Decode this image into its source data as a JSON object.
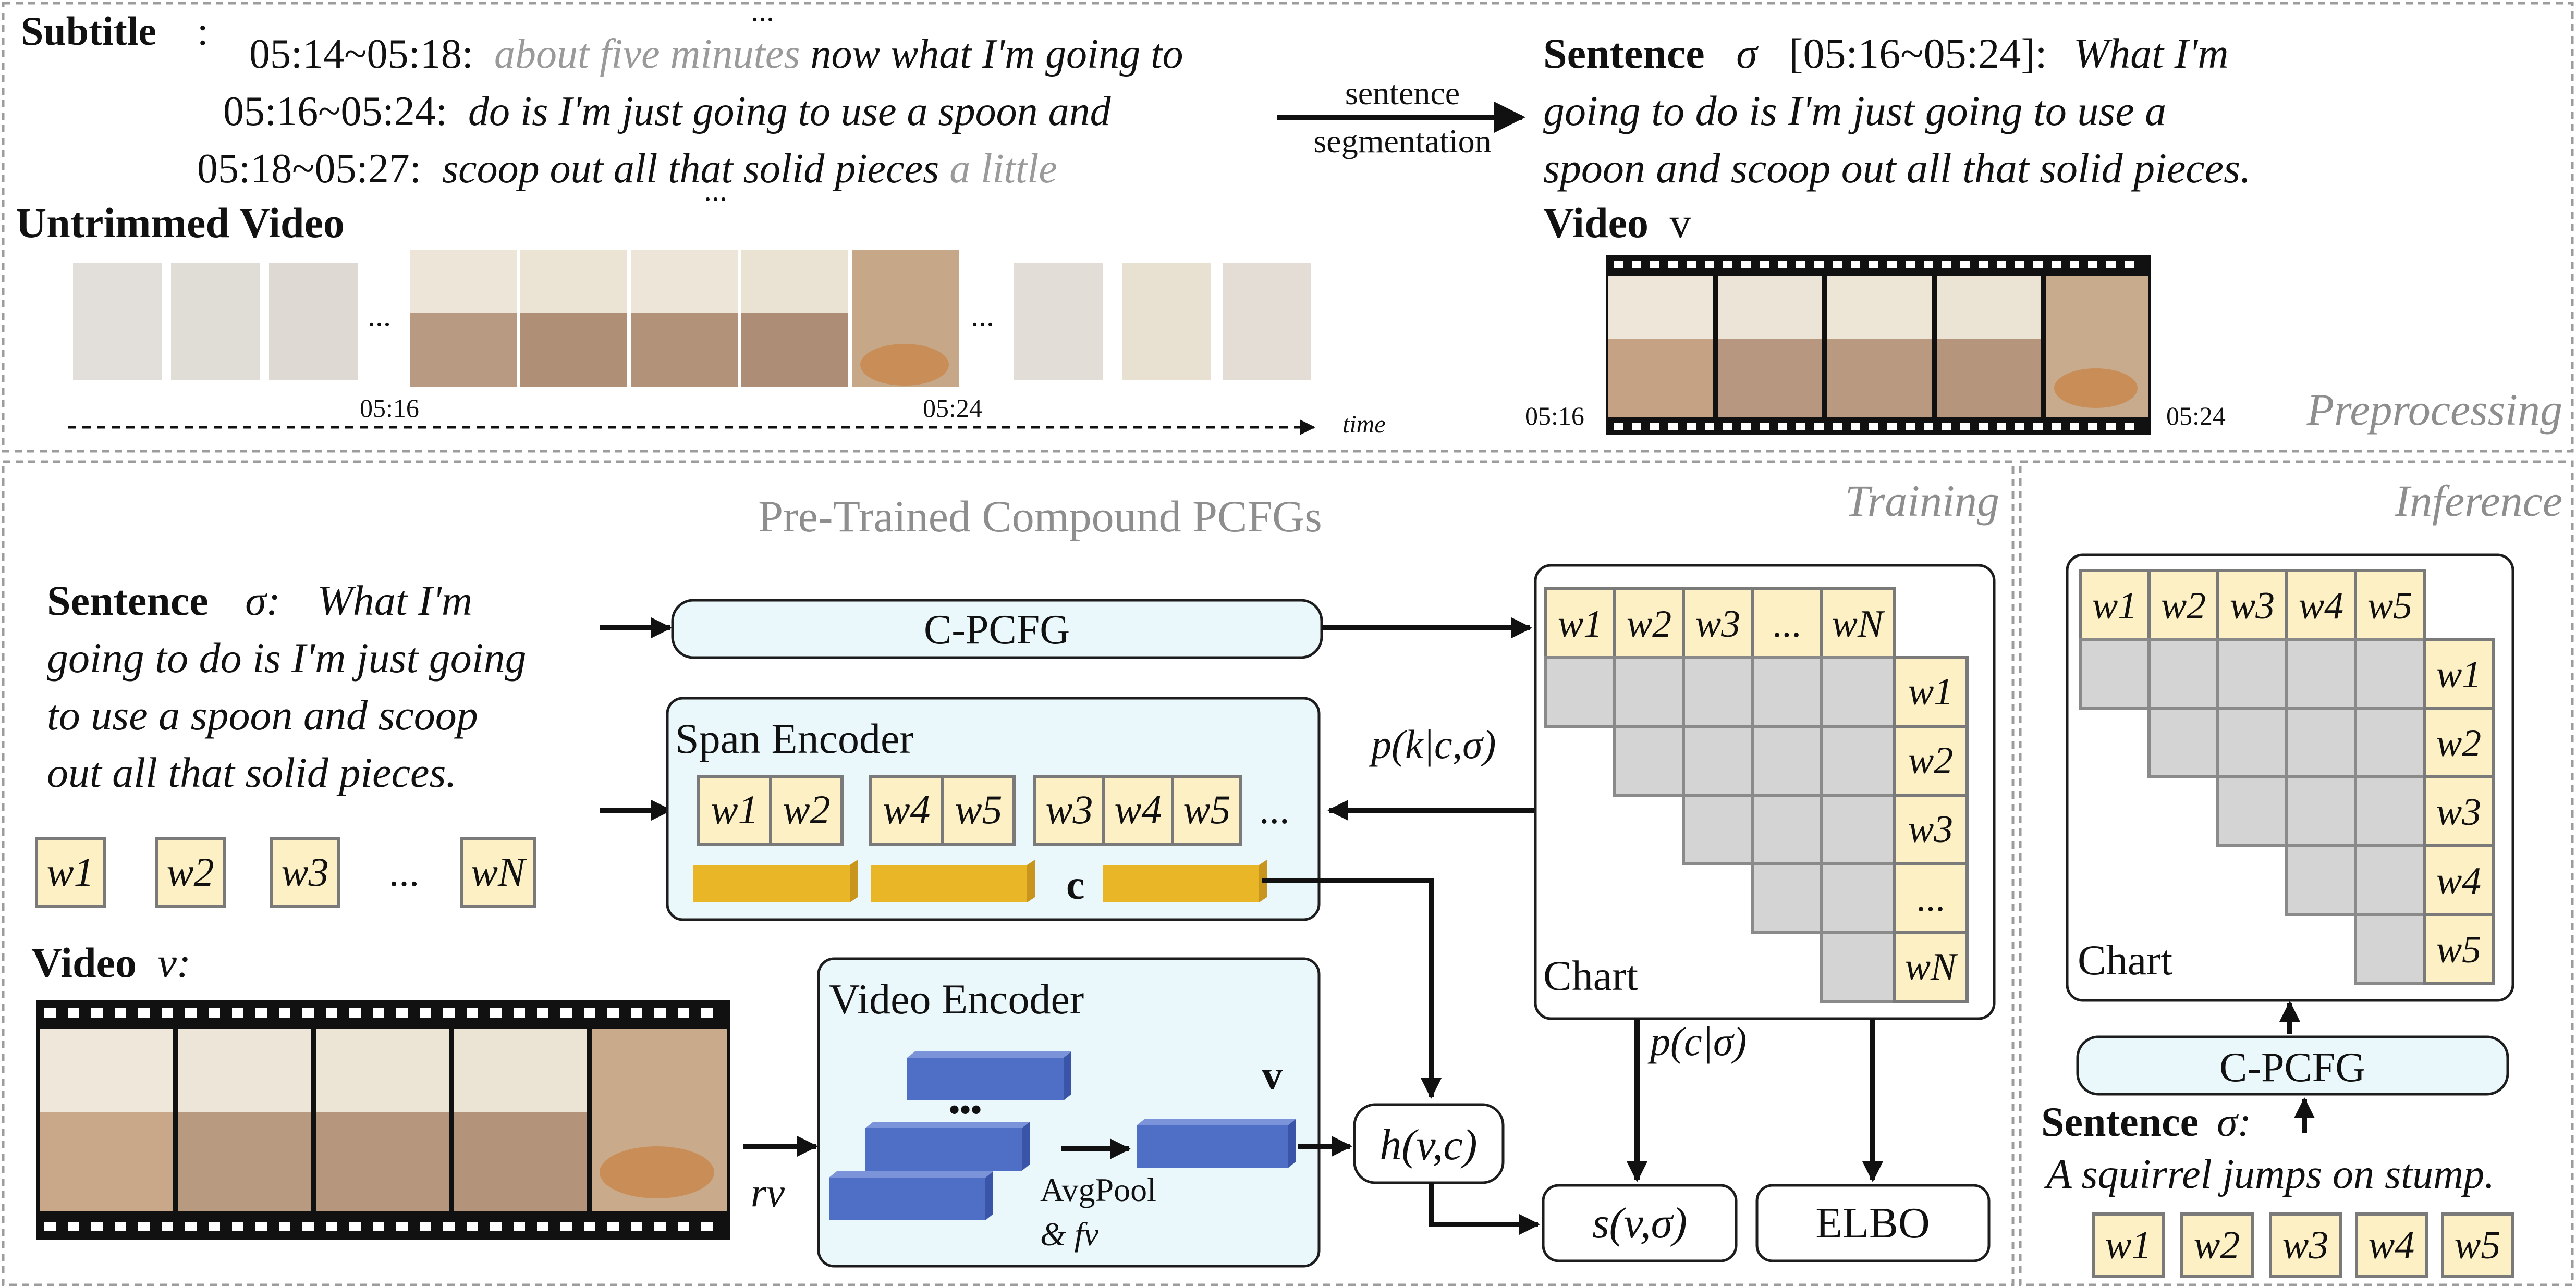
{
  "preprocessing": {
    "subtitle_label": "Subtitle",
    "colon": ":",
    "ellipsis": "...",
    "lines": [
      {
        "time": "05:14~05:18:",
        "gray": "about five minutes",
        "text": " now what I'm going to"
      },
      {
        "time": "05:16~05:24:",
        "text": "do is I'm just going to use a spoon and"
      },
      {
        "time": "05:18~05:27:",
        "text": "scoop out all that solid pieces ",
        "gray": "a little"
      }
    ],
    "segmentation_label_1": "sentence",
    "segmentation_label_2": "segmentation",
    "untrimmed_label": "Untrimmed Video",
    "time_start": "05:16",
    "time_end": "05:24",
    "time_axis_label": "time",
    "sentence_label": "Sentence",
    "sigma": "σ",
    "sentence_span": "[05:16~05:24]:",
    "sentence_lines": [
      "What I'm",
      "going to do is I'm just going to use a",
      "spoon and scoop out all that solid pieces."
    ],
    "video_label": "Video",
    "video_symbol": "v",
    "section_label": "Preprocessing"
  },
  "training": {
    "section_label": "Training",
    "pretrained_label": "Pre-Trained Compound PCFGs",
    "sentence_label": "Sentence",
    "sigma_colon": "σ:",
    "sentence_lines": [
      "What I'm",
      "going to do is I'm just going",
      "to use a spoon and scoop",
      "out all that solid pieces."
    ],
    "tokens": [
      "w1",
      "w2",
      "w3",
      "...",
      "wN"
    ],
    "video_label": "Video",
    "video_symbol": "v:",
    "cpcfg_label": "C-PCFG",
    "span_encoder_label": "Span Encoder",
    "span_groups": [
      [
        "w1",
        "w2"
      ],
      [
        "w4",
        "w5"
      ],
      [
        "w3",
        "w4",
        "w5"
      ]
    ],
    "span_more": "...",
    "c_label": "c",
    "video_encoder_label": "Video Encoder",
    "v_label": "v",
    "avgpool_label": "AvgPool",
    "fv_label": "& fv",
    "rv_label": "rv",
    "dots_label": "•••",
    "h_label": "h(v,c)",
    "s_label": "s(v,σ)",
    "elbo_label": "ELBO",
    "p_k_label": "p(k|c,σ)",
    "p_c_label": "p(c|σ)",
    "chart_label": "Chart",
    "chart_top_tokens": [
      "w1",
      "w2",
      "w3",
      "...",
      "wN"
    ],
    "chart_side_tokens": [
      "w1",
      "w2",
      "w3",
      "...",
      "wN"
    ]
  },
  "inference": {
    "section_label": "Inference",
    "chart_top_tokens": [
      "w1",
      "w2",
      "w3",
      "w4",
      "w5"
    ],
    "chart_side_tokens": [
      "w1",
      "w2",
      "w3",
      "w4",
      "w5"
    ],
    "chart_label": "Chart",
    "cpcfg_label": "C-PCFG",
    "sentence_label": "Sentence",
    "sigma_colon": "σ:",
    "sentence_text": "A squirrel jumps on stump.",
    "tokens": [
      "w1",
      "w2",
      "w3",
      "w4",
      "w5"
    ]
  }
}
